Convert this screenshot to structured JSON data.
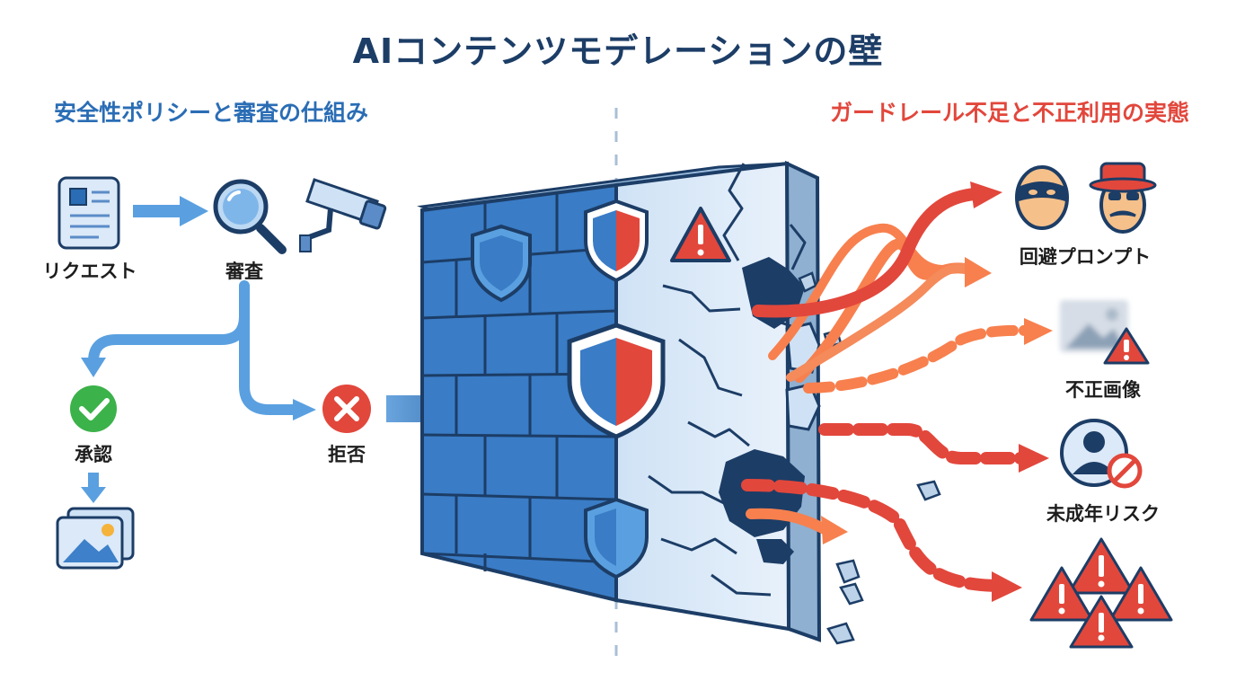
{
  "header": {
    "title": "AIコンテンツモデレーションの壁"
  },
  "left_panel": {
    "subtitle": "安全性ポリシーと審査の仕組み",
    "nodes": {
      "request": "リクエスト",
      "review": "審査",
      "approve": "承認",
      "reject": "拒否"
    }
  },
  "right_panel": {
    "subtitle": "ガードレール不足と不正利用の実態",
    "risks": {
      "evasion_prompt": "回避プロンプト",
      "illegal_image": "不正画像",
      "minor_risk": "未成年リスク"
    }
  },
  "colors": {
    "title": "#1c3d66",
    "safe_blue": "#2a6db5",
    "danger_red": "#e2473c",
    "danger_orange": "#f7804e",
    "approve_green": "#3cb24a"
  }
}
